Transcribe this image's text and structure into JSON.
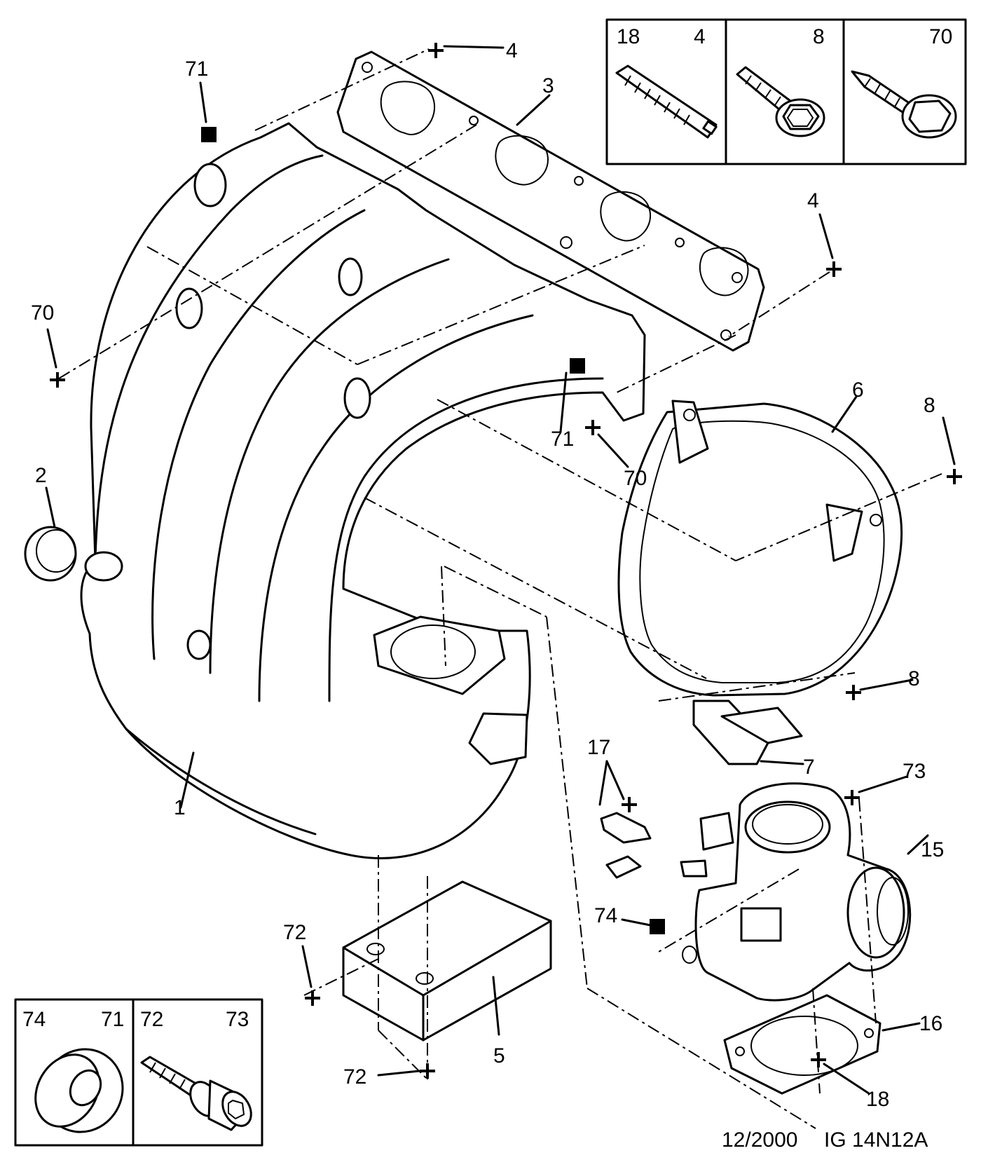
{
  "callouts": {
    "c1": "1",
    "c2": "2",
    "c3": "3",
    "c4a": "4",
    "c4b": "4",
    "c5": "5",
    "c6": "6",
    "c7": "7",
    "c8a": "8",
    "c8b": "8",
    "c15": "15",
    "c16": "16",
    "c17": "17",
    "c18": "18",
    "c70a": "70",
    "c70b": "70",
    "c71a": "71",
    "c71b": "71",
    "c72a": "72",
    "c72b": "72",
    "c73": "73",
    "c74": "74"
  },
  "legend_top": {
    "cell1": {
      "left": "18",
      "right": "4"
    },
    "cell2": {
      "right": "8"
    },
    "cell3": {
      "right": "70"
    }
  },
  "legend_bottom": {
    "cell1": {
      "left": "74",
      "right": "71"
    },
    "cell2": {
      "left": "72",
      "right": "73"
    }
  },
  "footer": {
    "date": "12/2000",
    "ref": "IG 14N12A"
  },
  "icons": {
    "cross": "plus-marker",
    "square": "square-marker"
  }
}
